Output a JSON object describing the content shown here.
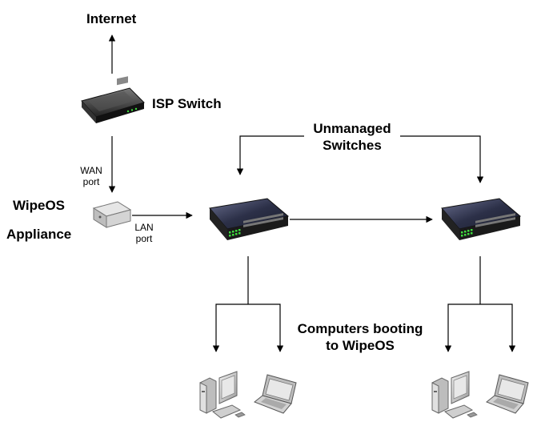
{
  "labels": {
    "internet": "Internet",
    "isp_switch": "ISP Switch",
    "unmanaged_line1": "Unmanaged",
    "unmanaged_line2": "Switches",
    "wan_line1": "WAN",
    "wan_line2": "port",
    "wipeos_line1": "WipeOS",
    "wipeos_line2": "Appliance",
    "lan_line1": "LAN",
    "lan_line2": "port",
    "computers_line1": "Computers booting",
    "computers_line2": "to WipeOS"
  },
  "icons": {
    "router": "isp-router-icon",
    "appliance": "wipeos-appliance-icon",
    "switch": "network-switch-icon",
    "desktop": "desktop-computer-icon",
    "laptop": "laptop-icon"
  },
  "colors": {
    "line": "#000000",
    "switch_body": "#3a3f5c",
    "switch_led": "#3ddc3d",
    "device_gray": "#c8c8c8"
  }
}
